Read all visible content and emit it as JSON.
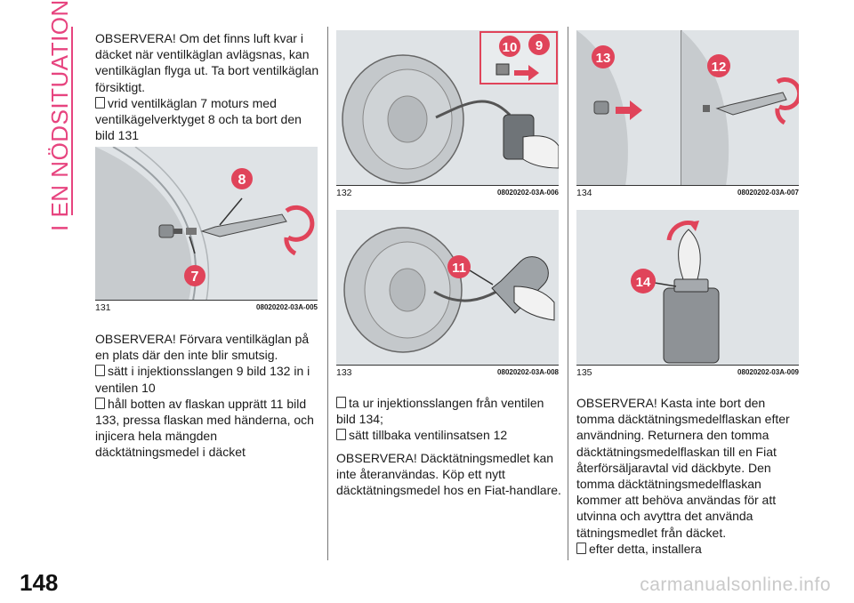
{
  "section_title": "I EN NÖDSITUATION",
  "page_number": "148",
  "watermark": "carmanualsonline.info",
  "col1": {
    "p1": "OBSERVERA! Om det finns luft kvar i däcket när ventilkäglan avlägsnas, kan ventilkäglan flyga ut. Ta bort ventilkäglan försiktigt.",
    "b1": "vrid ventilkäglan 7 moturs med ventilkägelverktyget 8 och ta bort den bild 131",
    "p2": "OBSERVERA! Förvara ventilkäglan på en plats där den inte blir smutsig.",
    "b2": "sätt i injektionsslangen 9 bild 132 in i ventilen 10",
    "b3": "håll botten av flaskan upprätt 11 bild 133, pressa flaskan med händerna, och injicera hela mängden däcktätningsmedel i däcket"
  },
  "col2": {
    "b1": "ta ur injektionsslangen från ventilen bild 134;",
    "b2": "sätt tillbaka ventilinsatsen 12",
    "p1": "OBSERVERA! Däcktätningsmedlet kan inte återanvändas. Köp ett nytt däcktätningsmedel hos en Fiat-handlare."
  },
  "col3": {
    "p1": "OBSERVERA! Kasta inte bort den tomma däcktätningsmedelflaskan efter användning. Returnera den tomma däcktätningsmedelflaskan till en Fiat återförsäljaravtal vid däckbyte. Den tomma däcktätningsmedelflaskan kommer att behöva användas för att utvinna och avyttra det använda tätningsmedlet från däcket.",
    "b1": "efter detta, installera"
  },
  "figures": {
    "f131": {
      "num": "131",
      "code": "08020202-03A-005",
      "labels": [
        "8",
        "7"
      ]
    },
    "f132": {
      "num": "132",
      "code": "08020202-03A-006",
      "labels": [
        "10",
        "9"
      ]
    },
    "f133": {
      "num": "133",
      "code": "08020202-03A-008",
      "labels": [
        "11"
      ]
    },
    "f134": {
      "num": "134",
      "code": "08020202-03A-007",
      "labels": [
        "13",
        "12"
      ]
    },
    "f135": {
      "num": "135",
      "code": "08020202-03A-009",
      "labels": [
        "14"
      ]
    }
  },
  "colors": {
    "accent": "#e7447f",
    "callout": "#e0445a",
    "figure_bg": "#dfe3e6"
  }
}
